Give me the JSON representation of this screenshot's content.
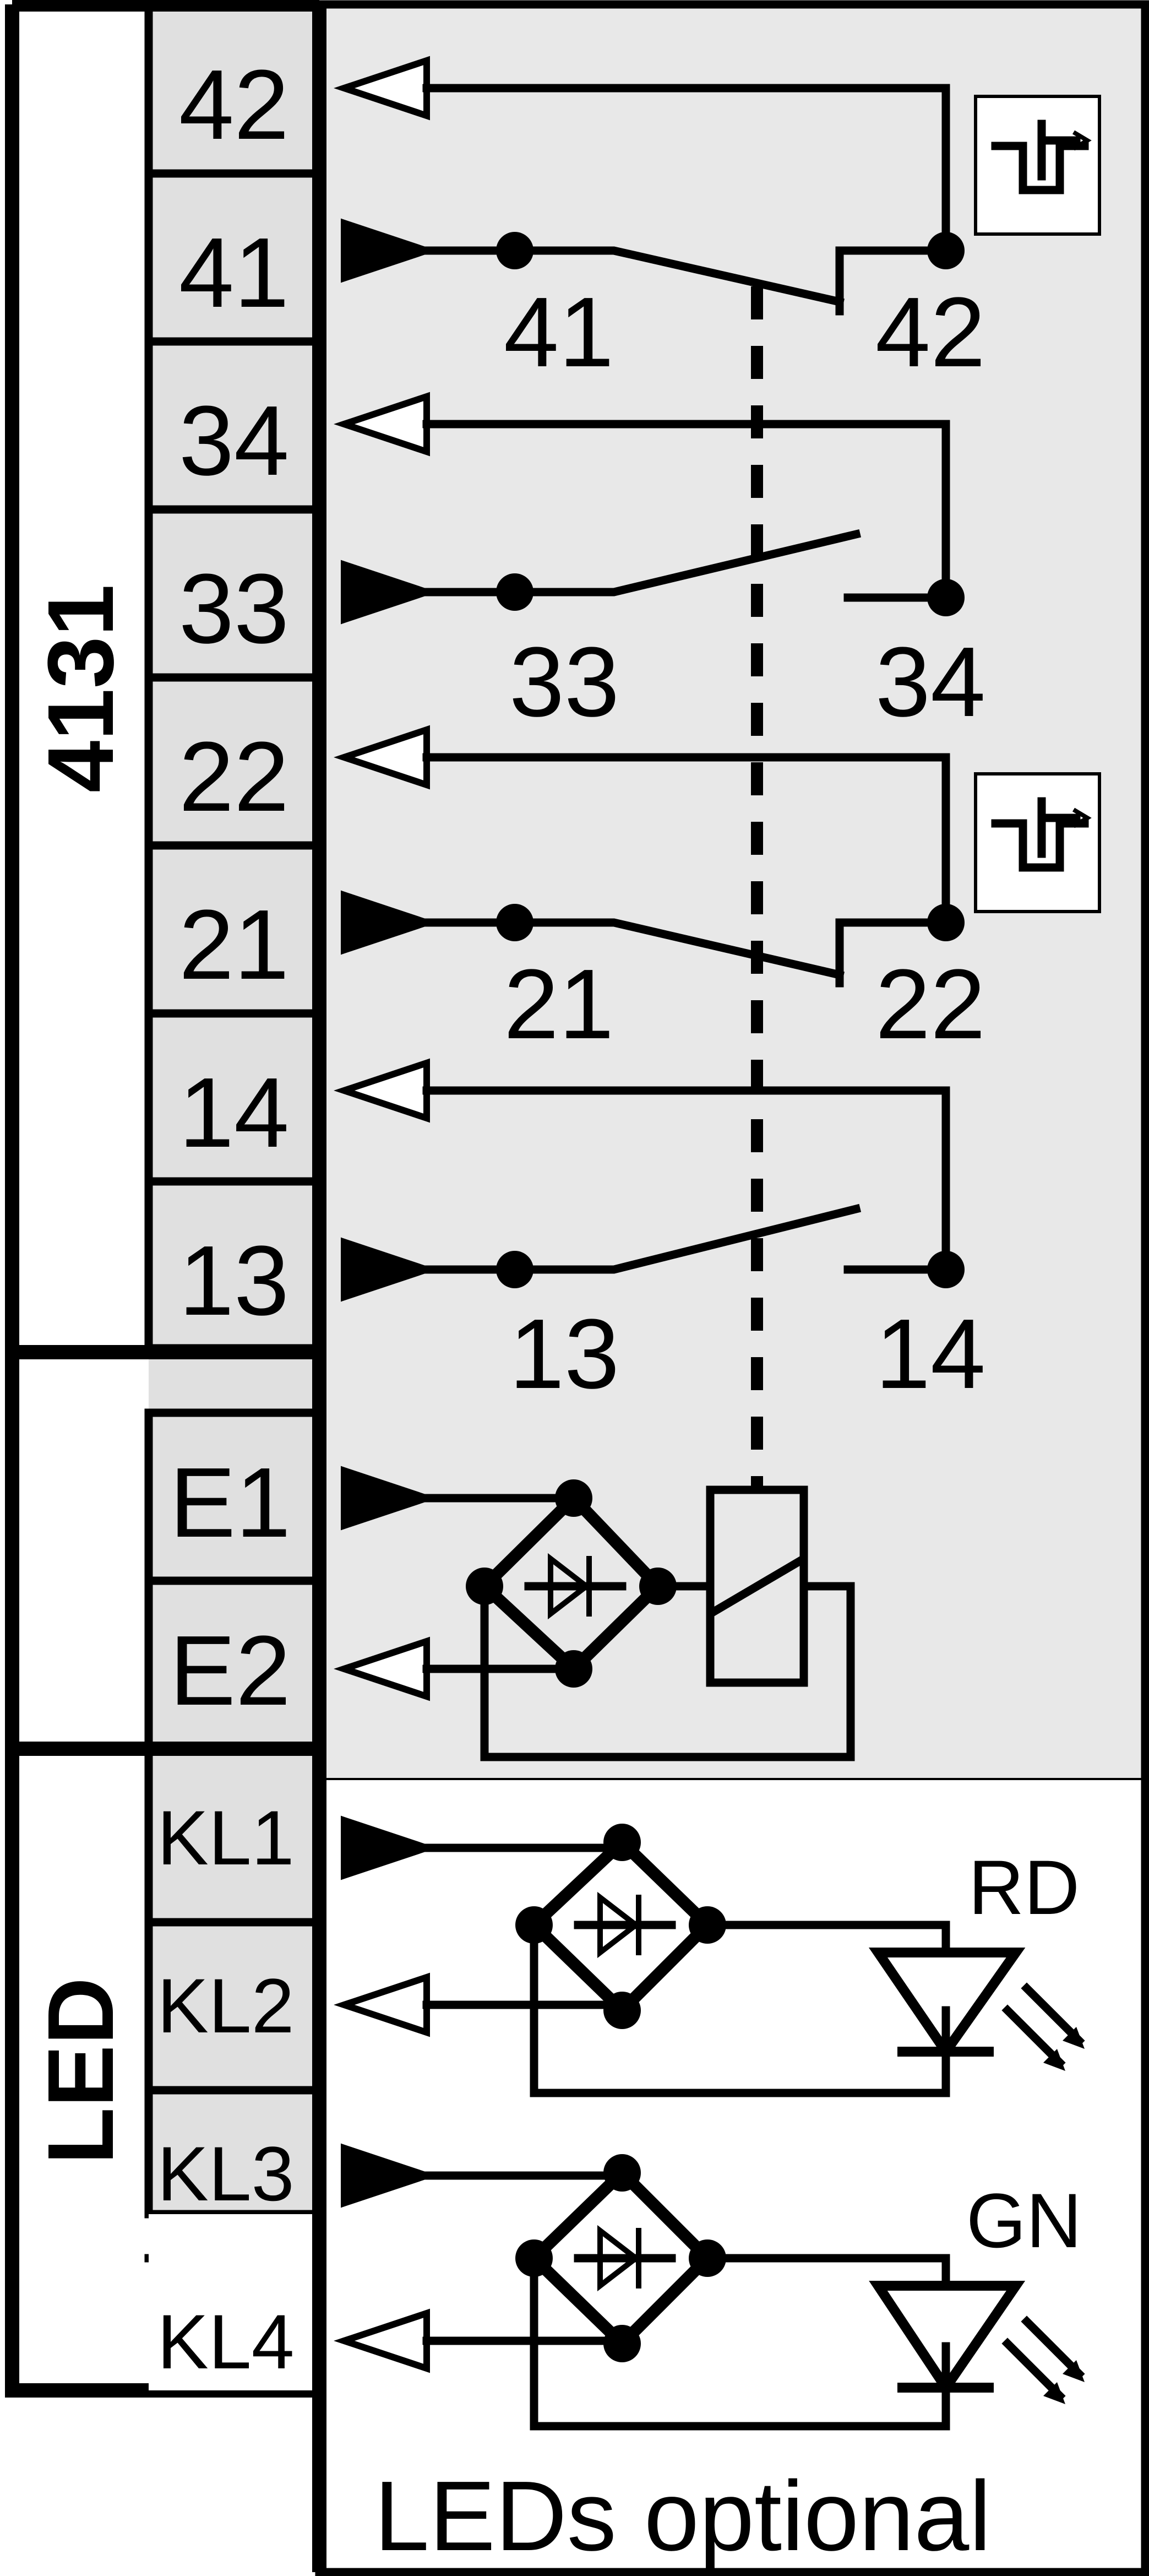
{
  "module": {
    "name": "4131",
    "led_group_label": "LED"
  },
  "terminals": {
    "contacts": [
      "42",
      "41",
      "34",
      "33",
      "22",
      "21",
      "14",
      "13"
    ],
    "supply": [
      "E1",
      "E2"
    ],
    "led": [
      "KL1",
      "KL2",
      "KL3",
      "KL4"
    ]
  },
  "contact_labels": [
    {
      "left": "41",
      "right": "42",
      "type": "NC"
    },
    {
      "left": "33",
      "right": "34",
      "type": "NO"
    },
    {
      "left": "21",
      "right": "22",
      "type": "NC"
    },
    {
      "left": "13",
      "right": "14",
      "type": "NO"
    }
  ],
  "leds": [
    {
      "label": "RD",
      "color_name": "red"
    },
    {
      "label": "GN",
      "color_name": "green"
    }
  ],
  "footer_note": "LEDs optional",
  "icons": [
    "positive-opening-icon",
    "relay-coil-icon",
    "bridge-rectifier-icon",
    "led-icon"
  ],
  "colors": {
    "background": "#e8e8e8",
    "line": "#000000",
    "paper": "#ffffff"
  }
}
